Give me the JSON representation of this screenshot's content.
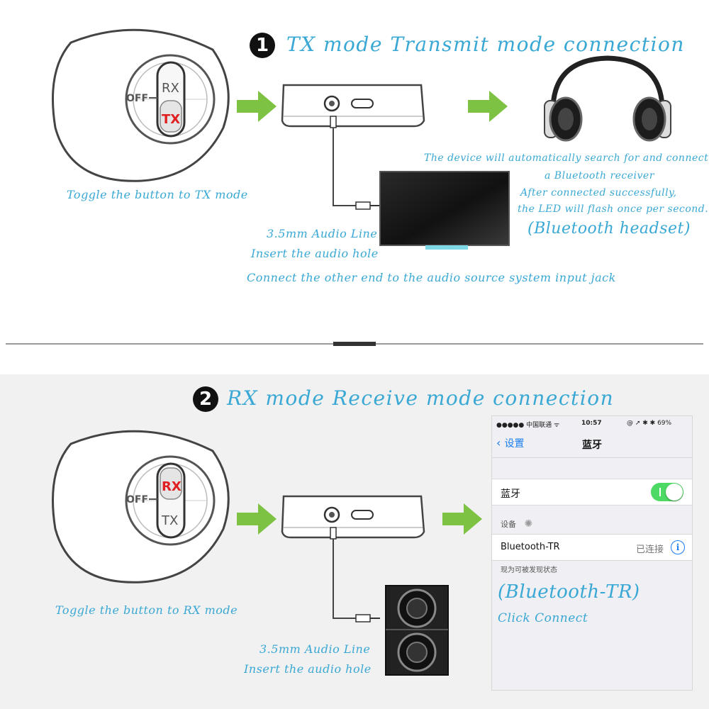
{
  "section1": {
    "number": "1",
    "title": "TX mode Transmit mode connection",
    "switch_off": "OFF",
    "switch_rx": "RX",
    "switch_tx": "TX",
    "toggle_caption": "Toggle the button to TX mode",
    "cable_caption_1": "3.5mm Audio Line",
    "cable_caption_2": "Insert the audio hole",
    "source_caption": "Connect the other end to the audio source system input jack",
    "auto_search_1": "The device will automatically search for and connect",
    "auto_search_2": "a Bluetooth receiver",
    "after_connect_1": "After connected successfully,",
    "after_connect_2": "the LED will flash once per second.",
    "headset_label": "(Bluetooth headset)"
  },
  "section2": {
    "number": "2",
    "title": "RX mode Receive mode connection",
    "switch_off": "OFF",
    "switch_rx": "RX",
    "switch_tx": "TX",
    "toggle_caption": "Toggle the button to RX mode",
    "cable_caption_1": "3.5mm Audio Line",
    "cable_caption_2": "Insert the audio hole",
    "device_label": "(Bluetooth-TR)",
    "click_connect": "Click Connect"
  },
  "phone": {
    "carrier": "●●●●● 中国联通 ᯤ",
    "time": "10:57",
    "battery": "@ ➚ ✱ ✱ 69%",
    "back_label": "设置",
    "nav_title": "蓝牙",
    "bluetooth_label": "蓝牙",
    "bluetooth_on": true,
    "devices_header": "设备",
    "device_name": "Bluetooth-TR",
    "device_status": "已连接",
    "discoverable_text": "现为可被发现状态"
  },
  "colors": {
    "caption": "#3aa8d4",
    "arrow": "#7dc242",
    "tx_active": "#e02020",
    "rx_active": "#e02020",
    "toggle_on": "#4cd964"
  }
}
